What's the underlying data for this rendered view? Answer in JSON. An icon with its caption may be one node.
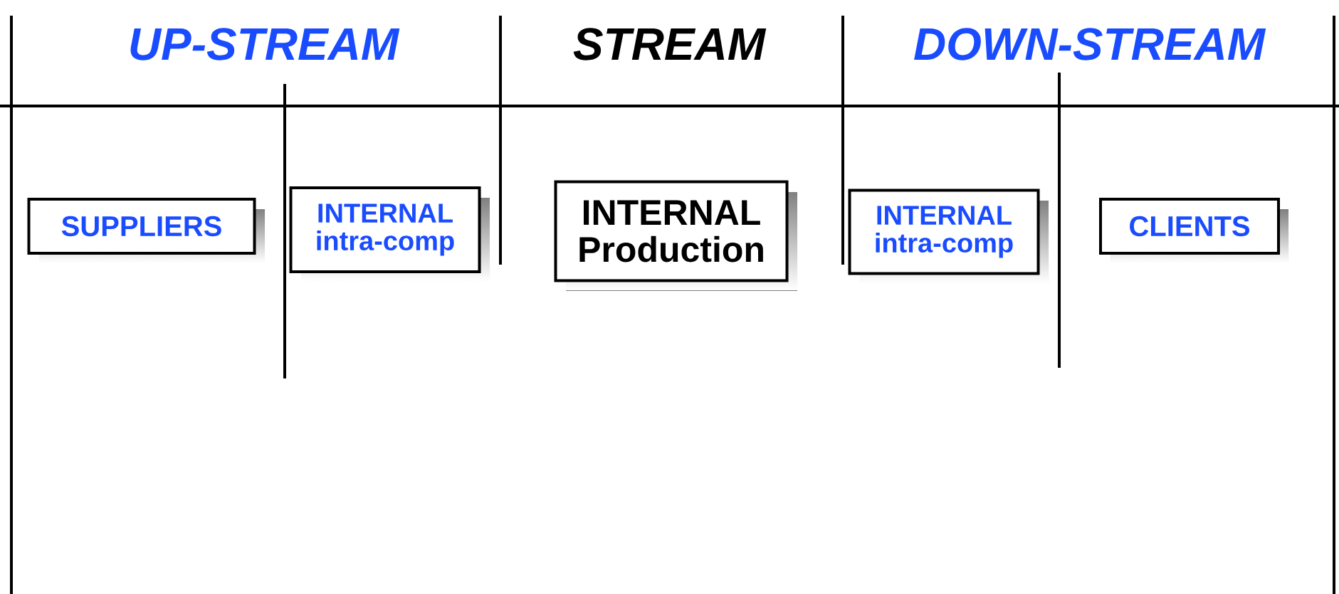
{
  "diagram": {
    "nodes": [
      {
        "text": [
          "SUPPLIERS"
        ]
      },
      {
        "text": [
          "INTERNAL intra-comp"
        ]
      },
      {
        "text": [
          "INTERNAL Production"
        ]
      },
      {
        "text": [
          "INTERNAL intra-comp"
        ]
      },
      {
        "text": [
          "CLIENTS"
        ]
      }
    ],
    "labels": [
      "UP-STREAM",
      "STREAM",
      "DOWN-STREAM"
    ]
  }
}
